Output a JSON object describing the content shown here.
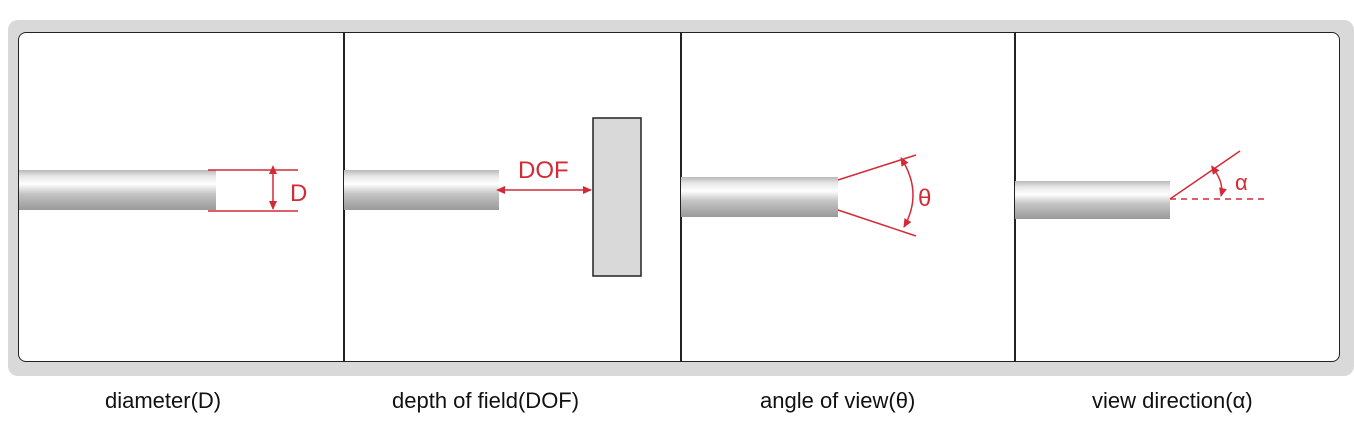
{
  "panels": [
    {
      "caption": "diameter(D)",
      "label": "D"
    },
    {
      "caption": "depth of field(DOF)",
      "label": "DOF"
    },
    {
      "caption": "angle of view(θ)",
      "label": "θ"
    },
    {
      "caption": "view direction(α)",
      "label": "α"
    }
  ],
  "colors": {
    "annotation": "#d42a36",
    "frame": "#d9d9d9",
    "target": "#d9d9d9"
  }
}
